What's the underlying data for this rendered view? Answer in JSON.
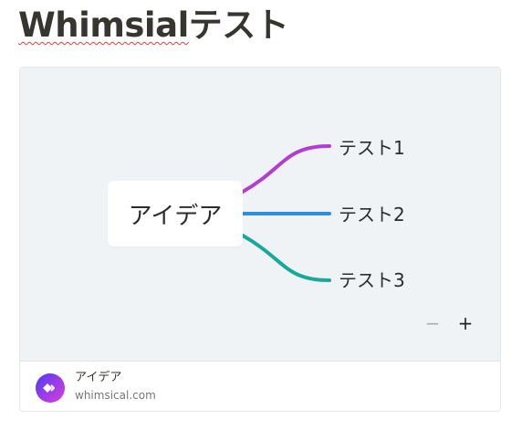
{
  "page": {
    "title_latin": "Whimsial",
    "title_kana": "テスト"
  },
  "mindmap": {
    "central": "アイデア",
    "branches": [
      {
        "label": "テスト1",
        "color": "#b43cd0"
      },
      {
        "label": "テスト2",
        "color": "#2b8fe0"
      },
      {
        "label": "テスト3",
        "color": "#18a99a"
      }
    ]
  },
  "controls": {
    "zoom_out": "−",
    "zoom_in": "+"
  },
  "embed": {
    "title": "アイデア",
    "url": "whimsical.com",
    "logo_icon": "whimsical-logo-icon"
  }
}
